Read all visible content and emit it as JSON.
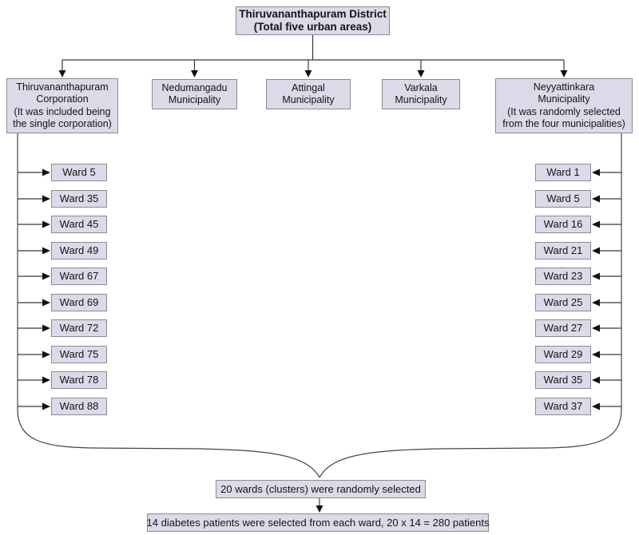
{
  "title": "Cluster sampling flow diagram",
  "colors": {
    "background": "#ffffff",
    "box_fill": "#dcdae8",
    "box_border": "#8b8b94",
    "line": "#38383a",
    "arrow": "#111111",
    "text": "#141414"
  },
  "root_box": {
    "text": "Thiruvananthapuram District\n(Total five urban areas)"
  },
  "urban_areas": [
    {
      "label": "Thiruvananthapuram\nCorporation\n(It was included being\nthe single corporation)"
    },
    {
      "label": "Nedumangadu\nMunicipality"
    },
    {
      "label": "Attingal\nMunicipality"
    },
    {
      "label": "Varkala\nMunicipality"
    },
    {
      "label": "Neyyattinkara\nMunicipality\n(It was randomly selected\nfrom the four municipalities)"
    }
  ],
  "left_wards": [
    "Ward 5",
    "Ward 35",
    "Ward 45",
    "Ward 49",
    "Ward 67",
    "Ward 69",
    "Ward 72",
    "Ward 75",
    "Ward 78",
    "Ward 88"
  ],
  "right_wards": [
    "Ward 1",
    "Ward 5",
    "Ward 16",
    "Ward 21",
    "Ward 23",
    "Ward 25",
    "Ward 27",
    "Ward 29",
    "Ward 35",
    "Ward 37"
  ],
  "selection_box": {
    "text": "20 wards (clusters) were randomly selected"
  },
  "patients_box": {
    "text": "14 diabetes patients were selected from each ward, 20 x 14 = 280 patients"
  }
}
